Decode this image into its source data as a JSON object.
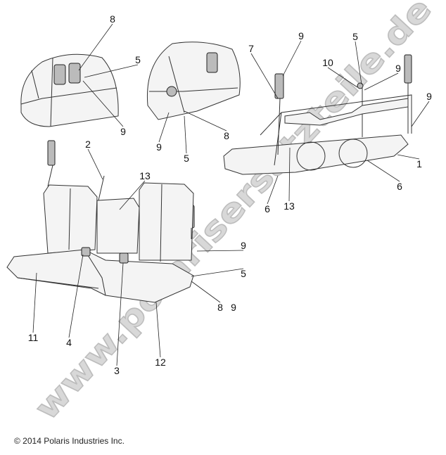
{
  "watermark": "www.polarisersatzteile.de",
  "copyright": "© 2014 Polaris Industries Inc.",
  "callouts": {
    "inset_top_left": [
      "8",
      "5",
      "9"
    ],
    "inset_top_middle": [
      "9",
      "5",
      "8"
    ],
    "rear_seat_assembly": [
      "7",
      "9",
      "5",
      "10",
      "9",
      "9",
      "1",
      "6",
      "13",
      "6"
    ],
    "front_bench_seat": [
      "2",
      "13",
      "9",
      "5",
      "8",
      "9",
      "11",
      "4",
      "3",
      "12"
    ]
  }
}
